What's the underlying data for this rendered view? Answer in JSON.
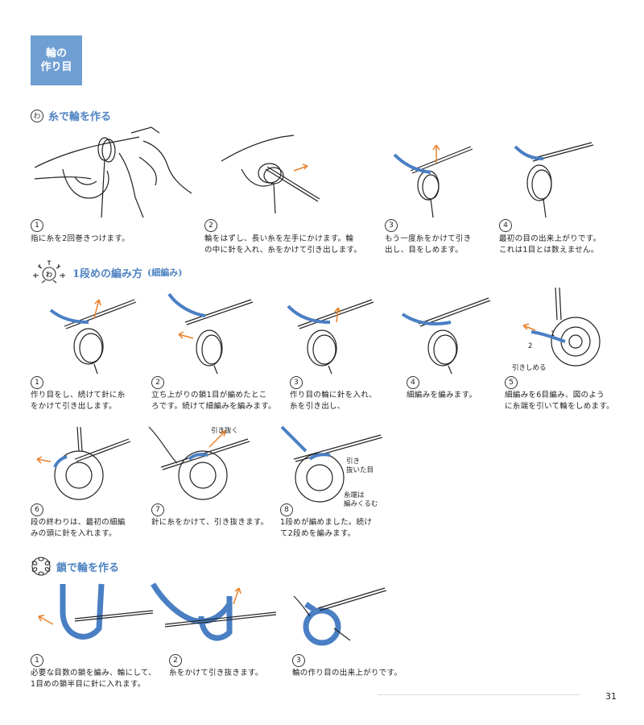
{
  "header": {
    "title_line1": "輪の",
    "title_line2": "作り目"
  },
  "sections": [
    {
      "heading": "糸で輪を作る",
      "icon_label": "わ",
      "steps": [
        {
          "num": "1",
          "caption": "指に糸を2回巻きつけます。"
        },
        {
          "num": "2",
          "caption": "輪をはずし、長い糸を左手にかけます。輪\nの中に針を入れ、糸をかけて引き出します。"
        },
        {
          "num": "3",
          "caption": "もう一度糸をかけて引き\n出し、目をしめます。"
        },
        {
          "num": "4",
          "caption": "最初の目の出来上がりです。\nこれは1目とは数えません。"
        }
      ]
    },
    {
      "heading": "1段めの編み方",
      "heading_note": "(細編み)",
      "icon_label": "わ",
      "steps": [
        {
          "num": "1",
          "caption": "作り目をし、続けて針に糸\nをかけて引き出します。"
        },
        {
          "num": "2",
          "caption": "立ち上がりの鎖1目が編めたとこ\nろです。続けて細編みを編みます。"
        },
        {
          "num": "3",
          "caption": "作り目の輪に針を入れ、\n糸を引き出し、"
        },
        {
          "num": "4",
          "caption": "細編みを編みます。"
        },
        {
          "num": "5",
          "caption": "細編みを6目編み、図のよう\nに糸端を引いて輪をしめます。"
        },
        {
          "num": "6",
          "caption": "段の終わりは、最初の細編\nみの頭に針を入れます。"
        },
        {
          "num": "7",
          "caption": "針に糸をかけて、引き抜きます。"
        },
        {
          "num": "8",
          "caption": "1段めが編めました。続け\nて2段めを編みます。"
        }
      ],
      "annotations": {
        "pull_tighten": "引きしめる",
        "mark_1": "1",
        "mark_2": "2",
        "pull_through": "引き抜く",
        "pulled_stitch": "引き\n抜いた目",
        "tail_wrapped": "糸端は\n編みくるむ"
      }
    },
    {
      "heading": "鎖で輪を作る",
      "steps": [
        {
          "num": "1",
          "caption": "必要な目数の鎖を編み、輪にして、\n1目めの鎖半目に針に入れます。"
        },
        {
          "num": "2",
          "caption": "糸をかけて引き抜きます。"
        },
        {
          "num": "3",
          "caption": "輪の作り目の出来上がりです。"
        }
      ]
    }
  ],
  "page_number": "31",
  "colors": {
    "accent": "#4f83c2",
    "yarn_blue": "#4a7fc4",
    "arrow_orange": "#e8812a",
    "title_bg": "#6f9fd3"
  }
}
